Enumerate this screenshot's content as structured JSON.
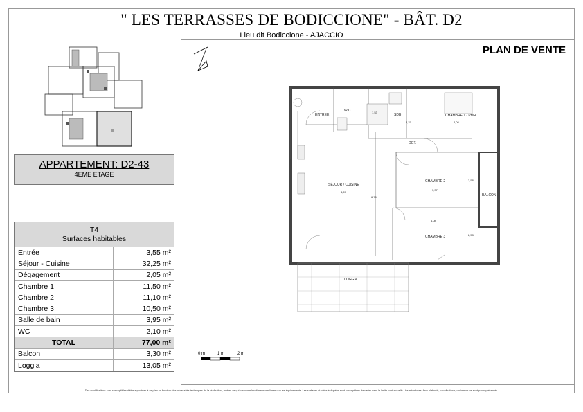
{
  "header": {
    "title": "\" LES TERRASSES DE BODICCIONE\"  -  BÂT.  D2",
    "subtitle": "Lieu dit Bodiccione - AJACCIO",
    "plan_label": "PLAN DE VENTE"
  },
  "apartment": {
    "name": "APPARTEMENT: D2-43",
    "floor": "4EME ETAGE"
  },
  "surfaces": {
    "type": "T4",
    "heading": "Surfaces habitables",
    "rows": [
      {
        "label": "Entrée",
        "value": "3,55 m²"
      },
      {
        "label": "Séjour - Cuisine",
        "value": "32,25 m²"
      },
      {
        "label": "Dégagement",
        "value": "2,05 m²"
      },
      {
        "label": "Chambre 1",
        "value": "11,50 m²"
      },
      {
        "label": "Chambre 2",
        "value": "11,10 m²"
      },
      {
        "label": "Chambre 3",
        "value": "10,50 m²"
      },
      {
        "label": "Salle de bain",
        "value": "3,95 m²"
      },
      {
        "label": "WC",
        "value": "2,10 m²"
      }
    ],
    "total": {
      "label": "TOTAL",
      "value": "77,00 m²"
    },
    "extras": [
      {
        "label": "Balcon",
        "value": "3,30 m²"
      },
      {
        "label": "Loggia",
        "value": "13,05 m²"
      }
    ]
  },
  "plan": {
    "rooms": {
      "entree": "ENTREE",
      "wc": "W.C.",
      "sdb": "SDB",
      "chambre1": "CHAMBRE 1 / PMR",
      "dgt": "DGT.",
      "sejour": "SÉJOUR / CUISINE",
      "chambre2": "CHAMBRE 2",
      "chambre3": "CHAMBRE 3",
      "balcon": "BALCON",
      "loggia": "LOGGIA"
    },
    "dims": {
      "sejour_w": "4,67",
      "sejour_h": "6,75",
      "ch2_w": "3,37",
      "ch3_w": "4,08",
      "ch3_h": "2,58",
      "ch2_h": "3,58",
      "ch1_w": "4,08",
      "sdb_w": "2,37",
      "wc_w": "1,53"
    }
  },
  "scale": {
    "labels": [
      "0 m",
      "1 m",
      "2 m"
    ]
  },
  "footer": "Des modifications sont susceptibles d'être apportées à ce plan en fonction des nécessités techniques de la réalisation, tant en ce qui concerne les dimensions libres que les équipements. Les surfaces et côtes indiquées sont susceptibles de varier dans la limite contractuelle ; les retombées, faux plafonds, canalisations, radiateurs ne sont pas représentés."
}
